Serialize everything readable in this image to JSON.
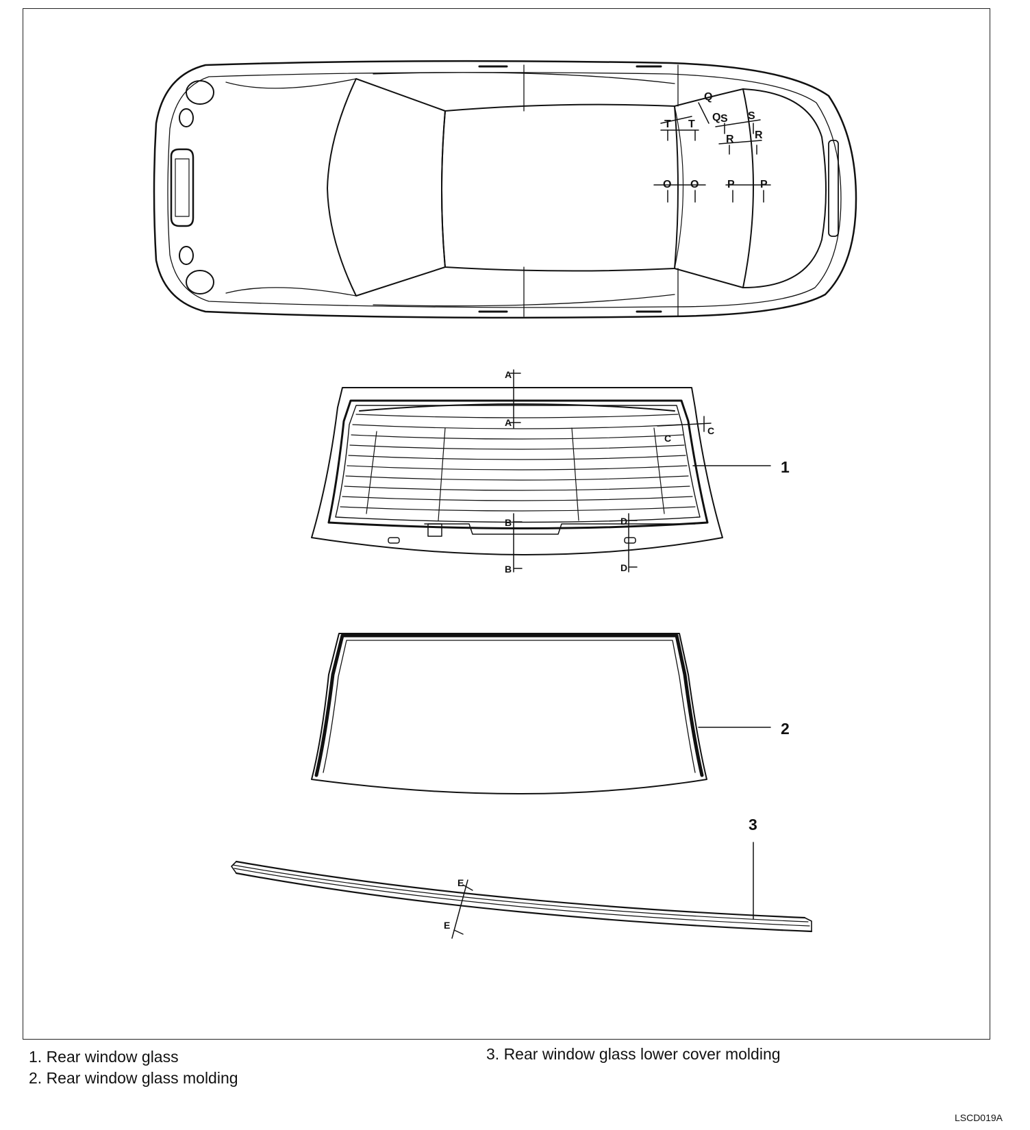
{
  "figure_code": "LSCD019A",
  "callouts": {
    "c1": "1",
    "c2": "2",
    "c3": "3"
  },
  "legend": [
    "1. Rear window glass",
    "2. Rear window glass molding",
    "3. Rear window glass lower cover molding"
  ],
  "section_marks": {
    "car": [
      "Q",
      "Q",
      "T",
      "T",
      "S",
      "S",
      "R",
      "R",
      "O",
      "O",
      "P",
      "P"
    ],
    "glass": [
      "A",
      "A",
      "B",
      "B",
      "C",
      "C",
      "D",
      "D"
    ],
    "molding": [
      "E",
      "E"
    ]
  },
  "colors": {
    "line": "#111111",
    "background": "#ffffff"
  }
}
